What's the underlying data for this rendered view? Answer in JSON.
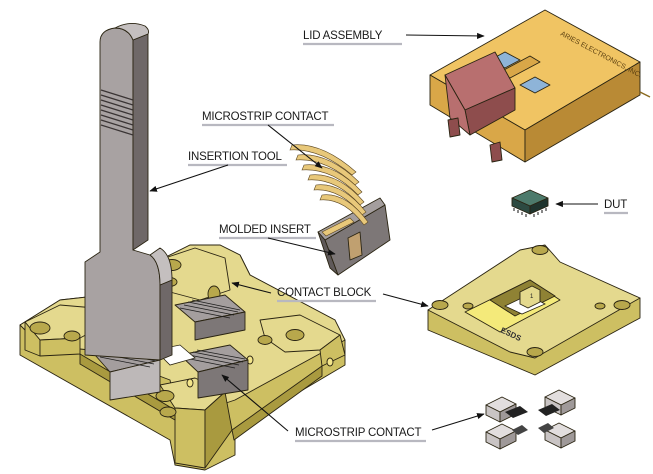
{
  "diagram": {
    "title": "Exploded socket assembly",
    "brand_mark": "ARIES ELECTRONICS, INC.",
    "block_mark": "ESDS",
    "pin1_mark": "1",
    "callouts": [
      {
        "id": "lid-assembly",
        "label": "LID ASSEMBLY"
      },
      {
        "id": "microstrip-contact-top",
        "label": "MICROSTRIP CONTACT"
      },
      {
        "id": "insertion-tool",
        "label": "INSERTION TOOL"
      },
      {
        "id": "dut",
        "label": "DUT"
      },
      {
        "id": "molded-insert",
        "label": "MOLDED INSERT"
      },
      {
        "id": "contact-block",
        "label": "CONTACT BLOCK"
      },
      {
        "id": "microstrip-contact-bottom",
        "label": "MICROSTRIP CONTACT"
      }
    ]
  },
  "colors": {
    "gold": "#e4d98e",
    "lid": "#f0c463",
    "latch": "#b86f6f",
    "tool": "#a8a2a2",
    "chip": "#4d7a6b",
    "underline": "#b8b8c0"
  }
}
